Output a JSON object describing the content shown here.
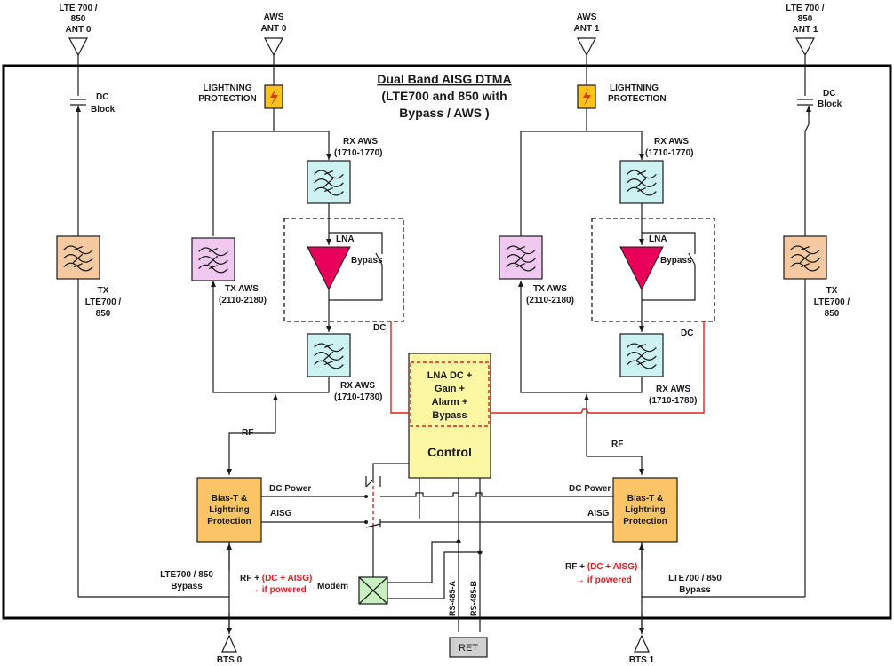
{
  "title": {
    "line1": "Dual Band AISG DTMA",
    "line2": "(LTE700 and 850 with",
    "line3": "Bypass / AWS )"
  },
  "antennas": {
    "lte_ant0": [
      "LTE 700 /",
      "850",
      "ANT 0"
    ],
    "aws_ant0": [
      "AWS",
      "ANT 0"
    ],
    "aws_ant1": [
      "AWS",
      "ANT 1"
    ],
    "lte_ant1": [
      "LTE 700 /",
      "850",
      "ANT 1"
    ]
  },
  "labels": {
    "dc_block": [
      "DC",
      "Block"
    ],
    "lightning": [
      "LIGHTNING",
      "PROTECTION"
    ],
    "rx_aws_top": [
      "RX AWS",
      "(1710-1770)"
    ],
    "rx_aws_bottom": [
      "RX AWS",
      "(1710-1780)"
    ],
    "tx_aws": [
      "TX AWS",
      "(2110-2180)"
    ],
    "tx_lte": [
      "TX",
      "LTE700 /",
      "850"
    ],
    "lna": "LNA",
    "bypass": "Bypass",
    "dc": "DC",
    "rf": "RF",
    "dc_power": "DC Power",
    "aisg": "AISG",
    "lte_bypass": [
      "LTE700 / 850",
      "Bypass"
    ],
    "rf_dc_aisg_black": "RF + ",
    "rf_dc_aisg_red": "(DC + AISG)",
    "if_powered": "→ if powered",
    "modem": "Modem",
    "rs485a": "RS-485-A",
    "rs485b": "RS-485-B",
    "ret": "RET",
    "bts0": "BTS 0",
    "bts1": "BTS 1"
  },
  "control": {
    "lines": [
      "LNA DC +",
      "Gain +",
      "Alarm +",
      "Bypass"
    ],
    "title": "Control"
  },
  "bias_t": [
    "Bias-T &",
    "Lightning",
    "Protection"
  ],
  "colors": {
    "rx_filter": "#ccf2f2",
    "tx_aws_filter": "#f0c8f0",
    "tx_lte_filter": "#f7c9a0",
    "bias_t": "#fbc466",
    "lightning": "#f9c21c",
    "control": "#fbf7a3",
    "modem": "#c8f0c0",
    "lna": "#e8005a",
    "ret": "#d0d0d0",
    "red_text": "#e02020"
  }
}
